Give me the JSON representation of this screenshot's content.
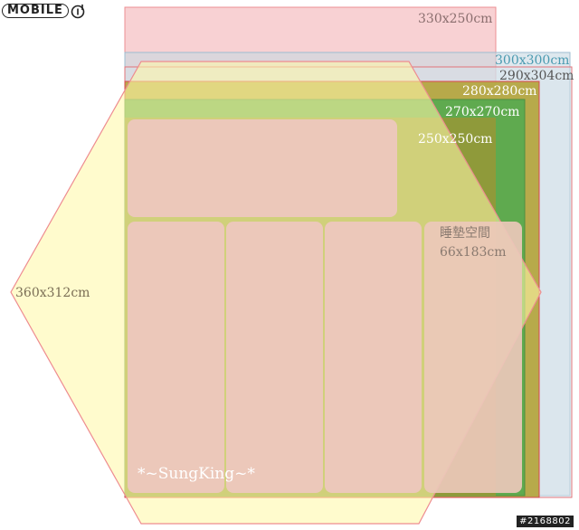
{
  "logo": {
    "text": "MOBILE01",
    "display": "MOBILE"
  },
  "post_id": "#2168802",
  "sizes": {
    "s330x250": "330x250cm",
    "s300x300": "300x300cm",
    "s290x304": "290x304cm",
    "s280x280": "280x280cm",
    "s270x270": "270x270cm",
    "s250x250": "250x250cm",
    "s360x312": "360x312cm"
  },
  "mattress": {
    "label": "睡墊空間",
    "size": "66x183cm"
  },
  "watermark": "*~SungKing~*",
  "colors": {
    "pink": "#f3a5a8",
    "blue": "#b7cdda",
    "gold": "#b5a338",
    "green": "#5faa4f",
    "olive": "#8f9a3a",
    "hexagon": "#fff8b0",
    "pad": "#ecc8ba"
  }
}
